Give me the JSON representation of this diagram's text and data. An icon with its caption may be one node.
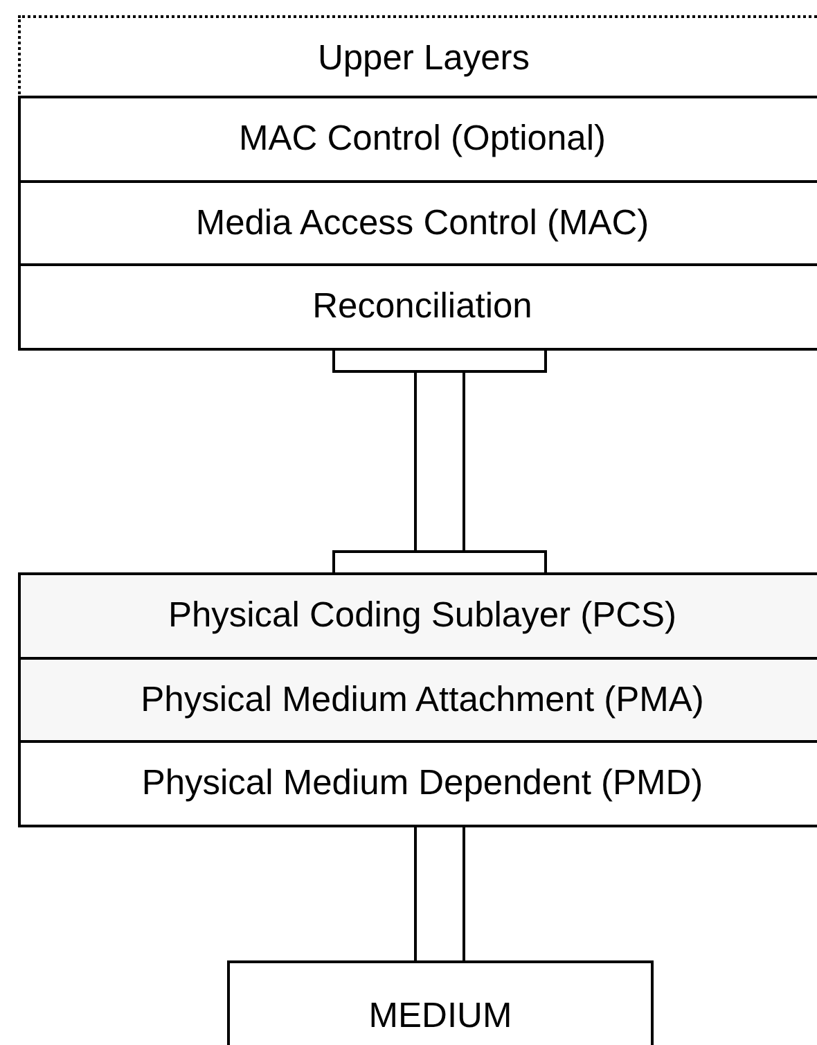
{
  "diagram": {
    "nodes": [
      {
        "text": [
          "Upper Layers"
        ]
      },
      {
        "text": [
          "MAC Control (Optional)"
        ]
      },
      {
        "text": [
          "Media Access Control (MAC)"
        ]
      },
      {
        "text": [
          "Reconciliation"
        ]
      },
      {
        "text": [
          "Physical Coding Sublayer (PCS)"
        ]
      },
      {
        "text": [
          "Physical Medium Attachment (PMA)"
        ]
      },
      {
        "text": [
          "Physical Medium Dependent (PMD)"
        ]
      },
      {
        "text": [
          "MEDIUM"
        ]
      }
    ],
    "edges": [
      {
        "from": 3,
        "to": 4,
        "arrow": "none"
      },
      {
        "from": 6,
        "to": 7,
        "arrow": "none"
      }
    ]
  }
}
